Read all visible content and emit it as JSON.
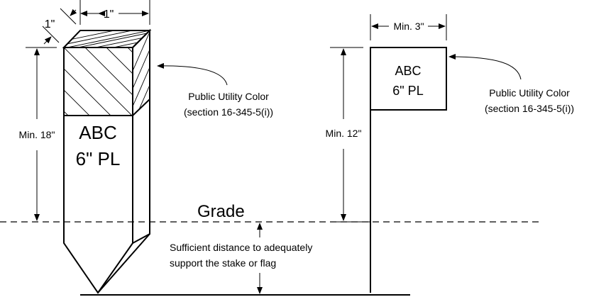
{
  "stake": {
    "dim_depth": "1\"",
    "dim_width": "1\"",
    "dim_height": "Min. 18\"",
    "label_line1": "ABC",
    "label_line2": "6\" PL",
    "color_note_line1": "Public Utility Color",
    "color_note_line2": "(section 16-345-5(i))"
  },
  "flag": {
    "dim_width": "Min. 3\"",
    "dim_height": "Min. 12\"",
    "label_line1": "ABC",
    "label_line2": "6\" PL",
    "color_note_line1": "Public Utility Color",
    "color_note_line2": "(section 16-345-5(i))"
  },
  "grade_label": "Grade",
  "depth_note_line1": "Sufficient distance to adequately",
  "depth_note_line2": "support the stake or flag"
}
